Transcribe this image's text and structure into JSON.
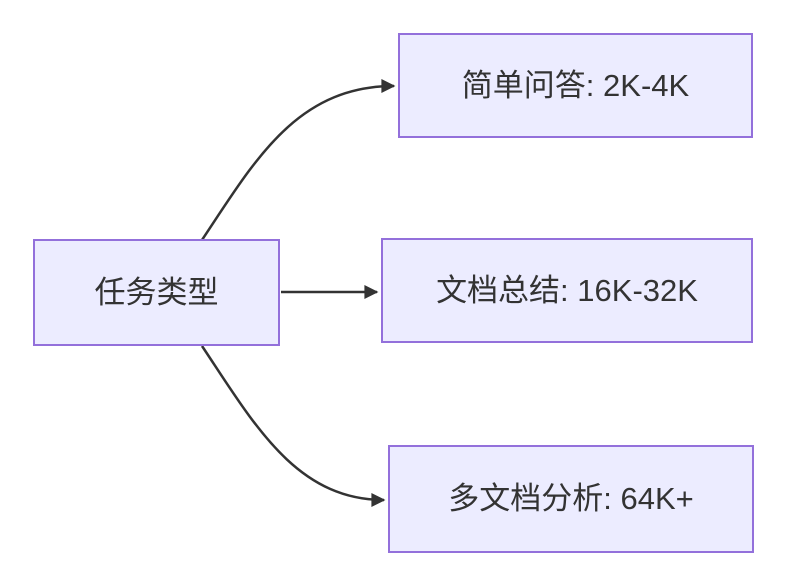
{
  "diagram": {
    "type": "flowchart-left-to-right",
    "root": {
      "label": "任务类型"
    },
    "branches": [
      {
        "label": "简单问答: 2K-4K"
      },
      {
        "label": "文档总结: 16K-32K"
      },
      {
        "label": "多文档分析: 64K+"
      }
    ],
    "colors": {
      "node_fill": "#ECECFF",
      "node_border": "#9370DB",
      "edge": "#333333",
      "text": "#333333",
      "background": "#FFFFFF"
    }
  }
}
